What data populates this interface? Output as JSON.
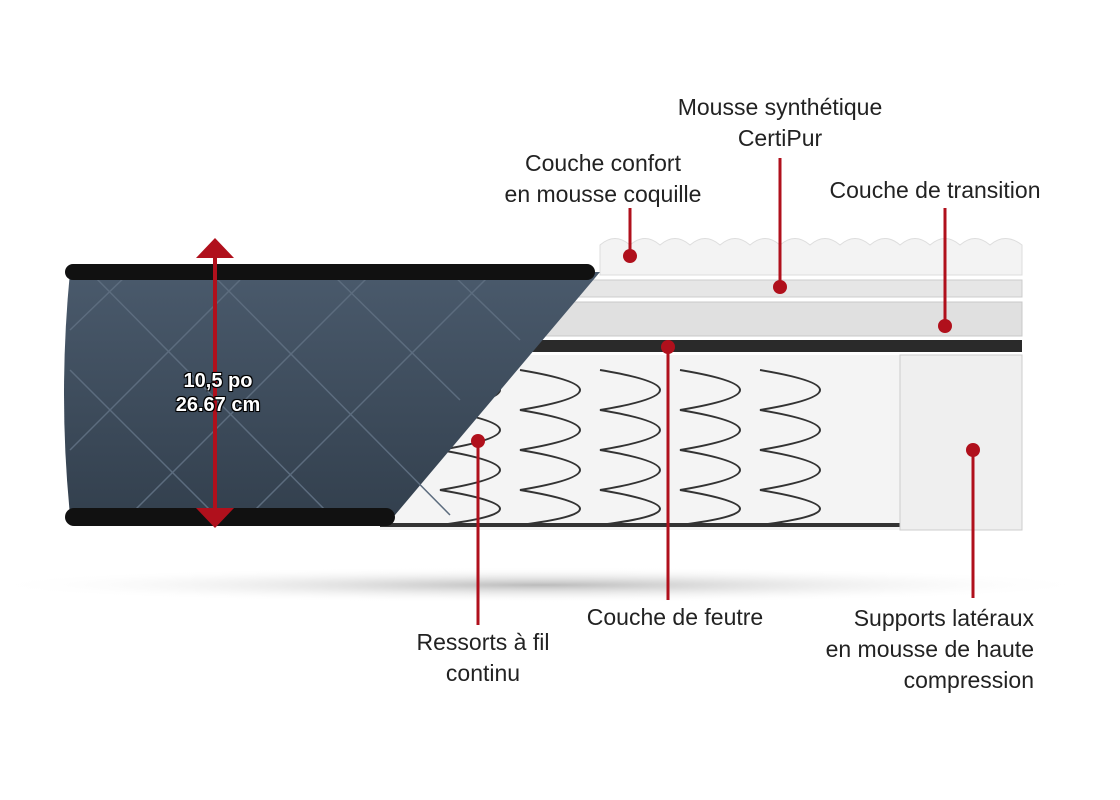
{
  "colors": {
    "accent": "#b0101c",
    "cover": "#3d4b5c",
    "band": "#111111"
  },
  "labels": {
    "certipur": [
      "Mousse synthétique",
      "CertiPur"
    ],
    "comfort": [
      "Couche confort",
      "en mousse coquille"
    ],
    "transition": [
      "Couche de transition"
    ],
    "springs": [
      "Ressorts à fil",
      "continu"
    ],
    "felt": [
      "Couche de feutre"
    ],
    "side": [
      "Supports latéraux",
      "en mousse de haute",
      "compression"
    ]
  },
  "dimension": {
    "inches": "10,5 po",
    "cm": "26.67 cm"
  }
}
